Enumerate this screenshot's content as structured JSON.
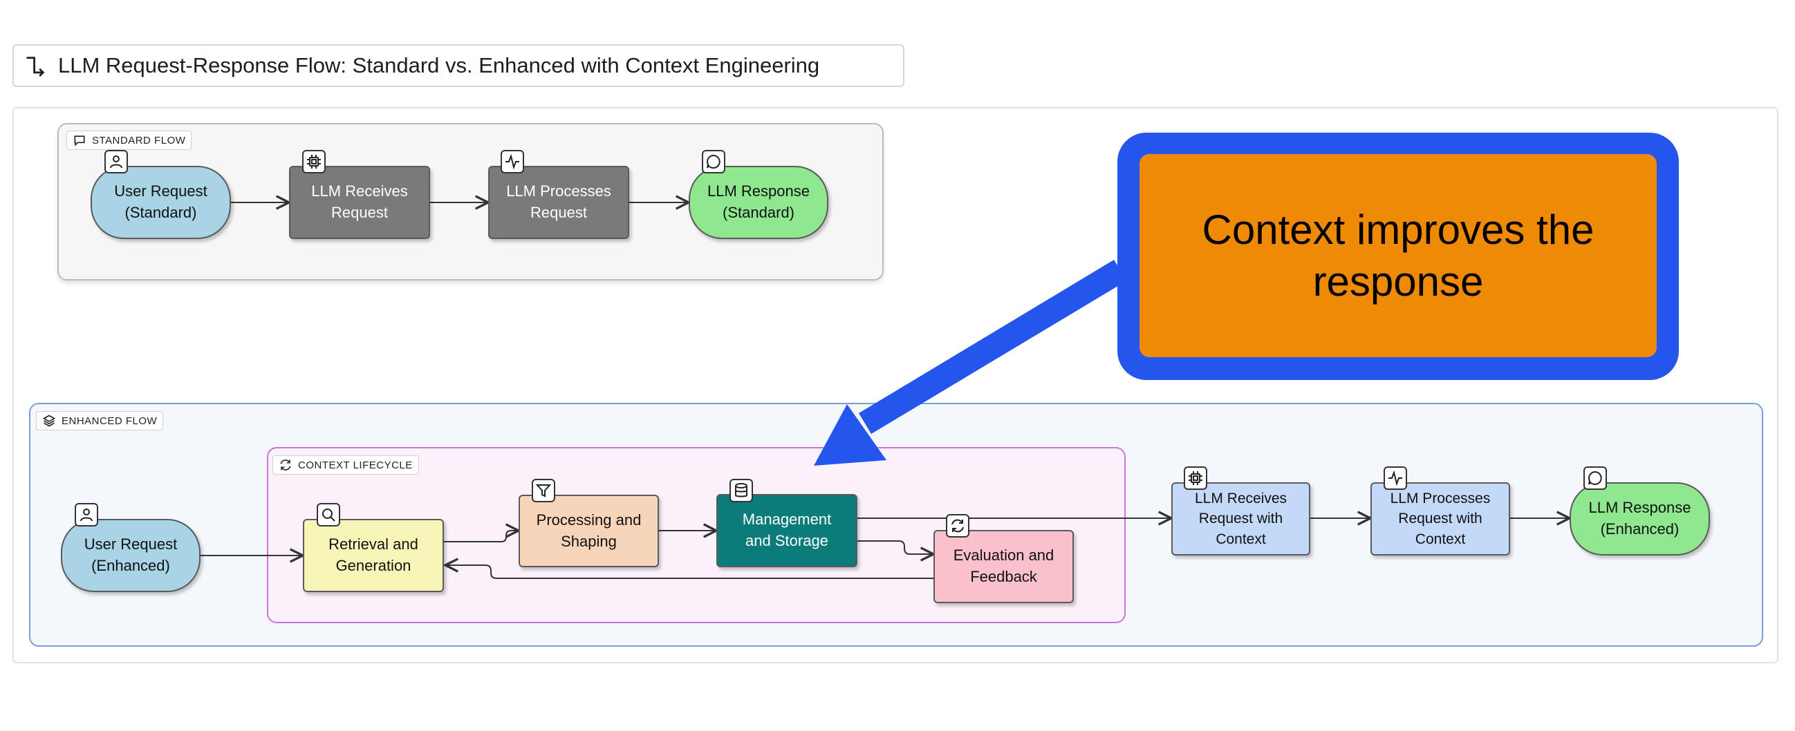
{
  "title": "LLM Request-Response Flow: Standard vs. Enhanced with Context Engineering",
  "groups": {
    "standard": "STANDARD FLOW",
    "enhanced": "ENHANCED FLOW",
    "lifecycle": "CONTEXT LIFECYCLE"
  },
  "nodes": {
    "user_request_standard": "User Request\n(Standard)",
    "llm_receives_request": "LLM Receives\nRequest",
    "llm_processes_request": "LLM Processes\nRequest",
    "llm_response_standard": "LLM Response\n(Standard)",
    "user_request_enhanced": "User Request\n(Enhanced)",
    "retrieval_generation": "Retrieval and\nGeneration",
    "processing_shaping": "Processing and\nShaping",
    "management_storage": "Management\nand Storage",
    "evaluation_feedback": "Evaluation and\nFeedback",
    "llm_receives_context": "LLM Receives\nRequest with\nContext",
    "llm_processes_context": "LLM Processes\nRequest with\nContext",
    "llm_response_enhanced": "LLM Response\n(Enhanced)"
  },
  "callout": "Context improves the response",
  "colors": {
    "user_node": "#a9d4e6",
    "llm_standard": "#7a7a7a",
    "response": "#8fe88f",
    "retrieval": "#f7f5b8",
    "processing": "#f7d5bb",
    "management": "#0b7c79",
    "evaluation": "#fac0cb",
    "llm_enhanced": "#c4d9f7",
    "callout_border": "#2456ee",
    "callout_fill": "#ee8a05"
  },
  "icons": {
    "title": "flow-corner-icon",
    "standard_group": "message-square-icon",
    "enhanced_group": "layers-icon",
    "lifecycle_group": "refresh-arrows-icon",
    "user": "user-icon",
    "llm_receives": "cpu-chip-icon",
    "llm_processes": "activity-icon",
    "response": "chat-bubble-icon",
    "retrieval": "search-icon",
    "processing": "filter-icon",
    "management": "database-icon",
    "evaluation": "refresh-cycle-icon"
  }
}
